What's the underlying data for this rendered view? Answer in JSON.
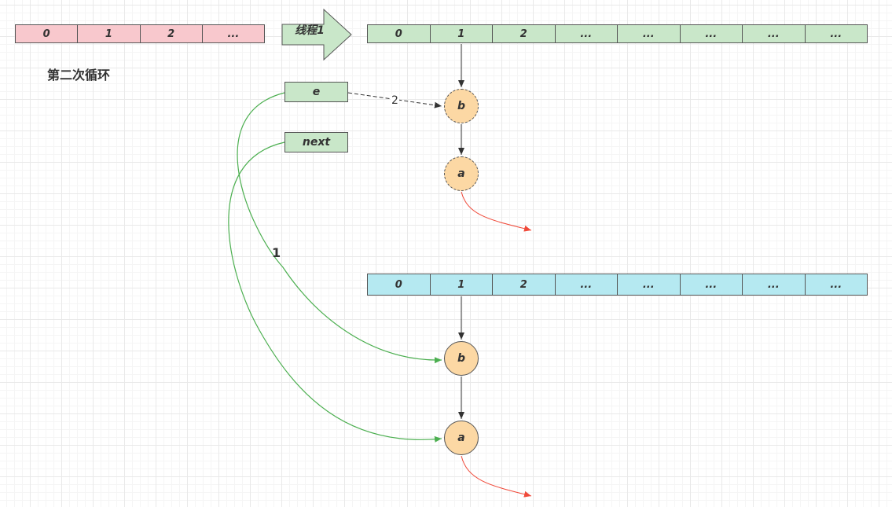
{
  "title": "第二次循环",
  "thread_label": "线程1",
  "left_array": [
    "0",
    "1",
    "2",
    "..."
  ],
  "top_array": [
    "0",
    "1",
    "2",
    "...",
    "...",
    "...",
    "...",
    "..."
  ],
  "bottom_array": [
    "0",
    "1",
    "2",
    "...",
    "...",
    "...",
    "...",
    "..."
  ],
  "pointer_e": "e",
  "pointer_next": "next",
  "top_nodes": [
    "b",
    "a"
  ],
  "bottom_nodes": [
    "b",
    "a"
  ],
  "edge_label_2": "2",
  "edge_label_1": "1",
  "colors": {
    "left_array": "#f8c8cd",
    "thread_array": "#c9e7c9",
    "new_array": "#b5e9f1",
    "node": "#fcd8a4",
    "green_edge": "#4caf50",
    "red_edge": "#f04a3a"
  }
}
